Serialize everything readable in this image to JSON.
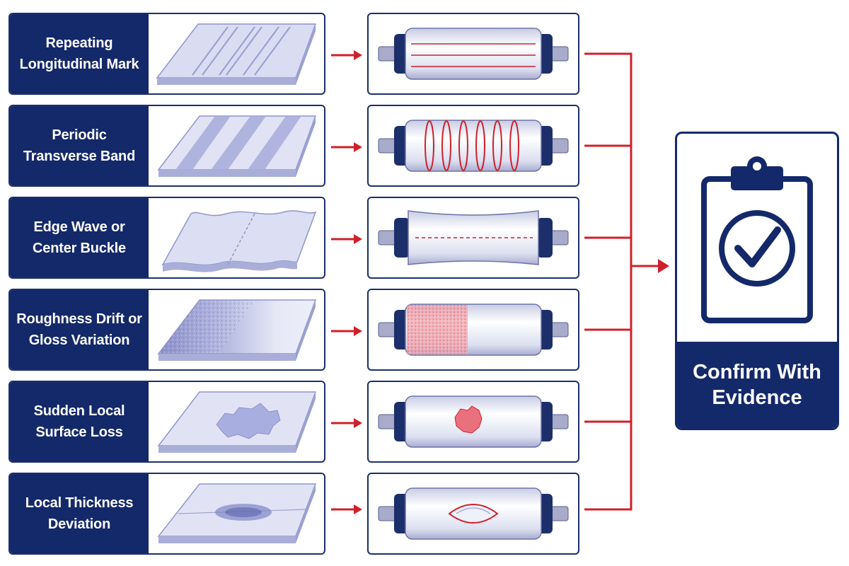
{
  "rows": [
    {
      "label": "Repeating\nLongitudinal Mark",
      "sheet_icon": "longitudinal-streaks-sheet",
      "roller_icon": "roller-longitudinal-lines"
    },
    {
      "label": "Periodic\nTransverse Band",
      "sheet_icon": "transverse-bands-sheet",
      "roller_icon": "roller-circumferential-rings"
    },
    {
      "label": "Edge Wave or\nCenter Buckle",
      "sheet_icon": "wavy-sheet",
      "roller_icon": "roller-concave-profile"
    },
    {
      "label": "Roughness Drift or\nGloss Variation",
      "sheet_icon": "rough-gradient-sheet",
      "roller_icon": "roller-rough-zone"
    },
    {
      "label": "Sudden Local\nSurface Loss",
      "sheet_icon": "spalled-patch-sheet",
      "roller_icon": "roller-spall-spot"
    },
    {
      "label": "Local Thickness\nDeviation",
      "sheet_icon": "thickness-lens-sheet",
      "roller_icon": "roller-local-bulge"
    }
  ],
  "result": {
    "label": "Confirm With\nEvidence",
    "icon": "clipboard-check-icon"
  },
  "colors": {
    "navy": "#14296a",
    "red": "#d0202a",
    "sheet": "#c9cde9"
  }
}
